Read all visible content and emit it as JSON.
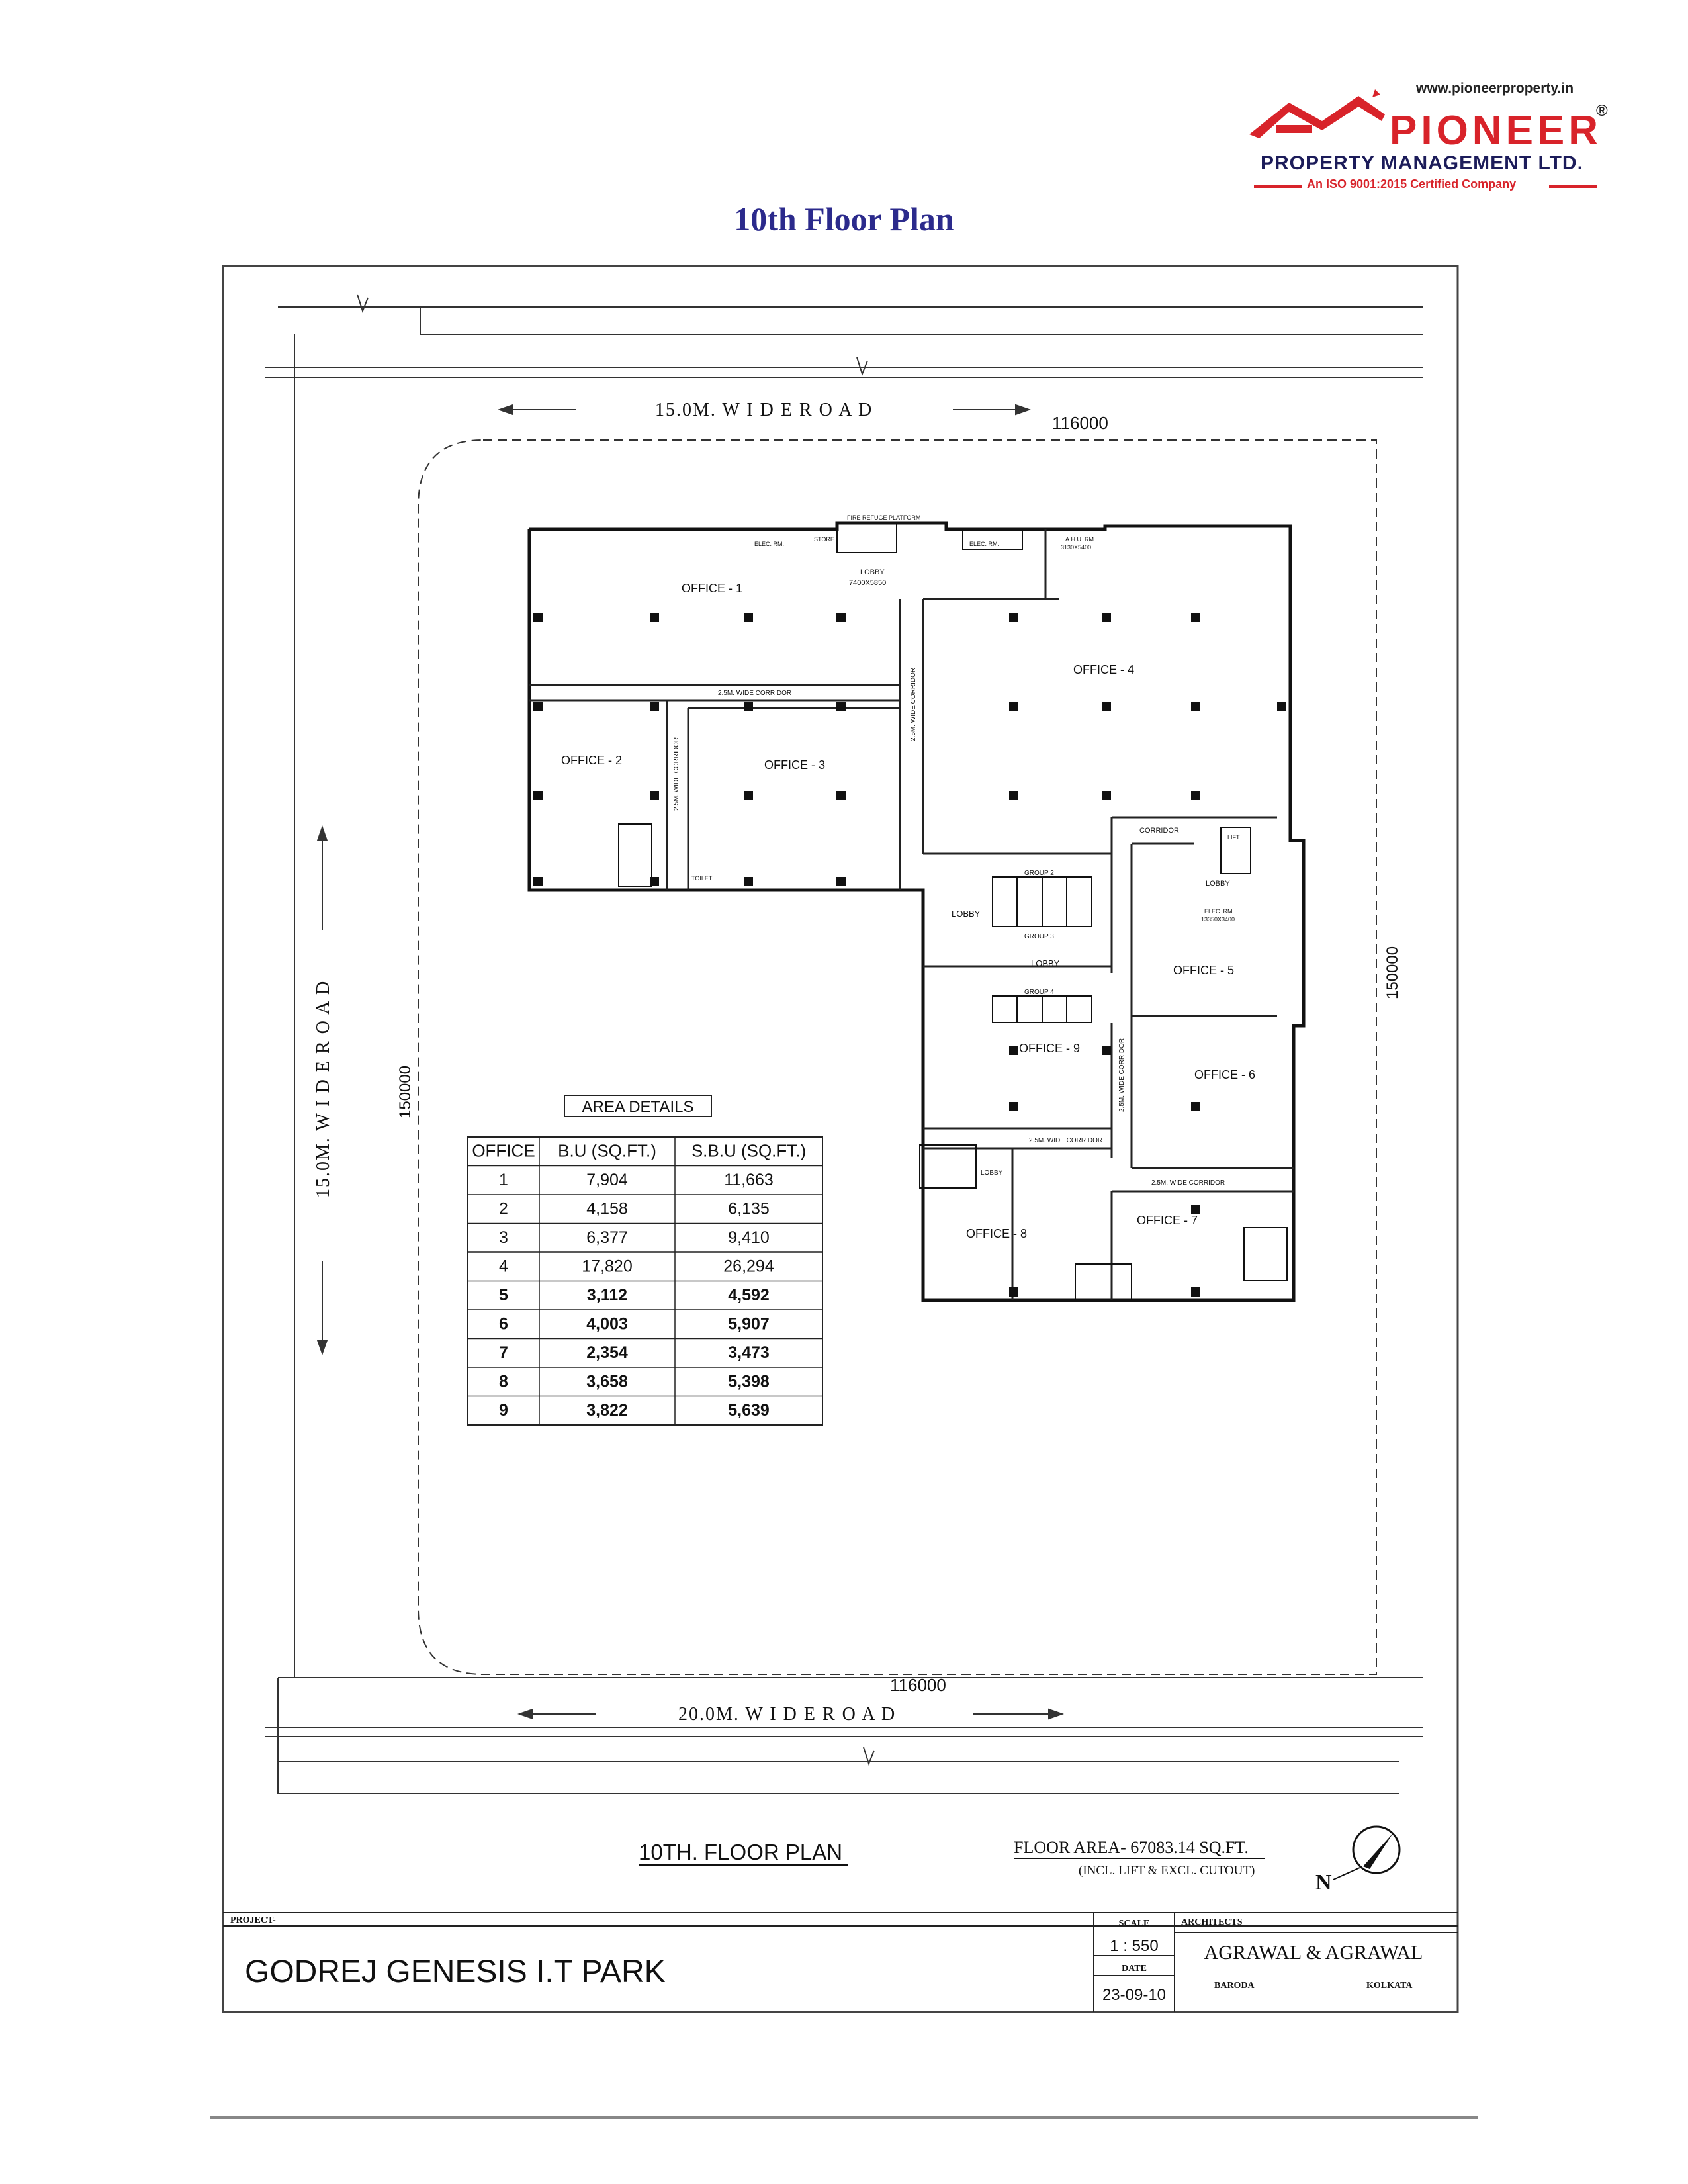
{
  "brand": {
    "url": "www.pioneerproperty.in",
    "name": "PIONEER",
    "registered": "®",
    "subtitle": "PROPERTY MANAGEMENT LTD.",
    "iso": "An ISO 9001:2015 Certified Company",
    "color": "#d8232a"
  },
  "page_title": "10th Floor Plan",
  "roads": {
    "top": "15.0M. W I D E   R O A D",
    "left": "15.0M. W I D E   R O A D",
    "bottom": "20.0M. W I D E   R O A D"
  },
  "dimensions": {
    "top": "116000",
    "bottom": "116000",
    "left": "150000",
    "right": "150000"
  },
  "rooms": {
    "office1": "OFFICE - 1",
    "office2": "OFFICE - 2",
    "office3": "OFFICE - 3",
    "office4": "OFFICE - 4",
    "office5": "OFFICE - 5",
    "office6": "OFFICE - 6",
    "office7": "OFFICE - 7",
    "office8": "OFFICE - 8",
    "office9": "OFFICE - 9",
    "lobby_main": "LOBBY",
    "lobby_main_dim": "7400X5850",
    "lobby_center": "LOBBY",
    "lobby_mid": "LOBBY",
    "lobby_right": "LOBBY",
    "lobby_lower": "LOBBY",
    "corridor_top": "2.5M. WIDE CORRIDOR",
    "corridor_mid": "2.5M. WIDE CORRIDOR",
    "corridor_bottom": "2.5M. WIDE CORRIDOR",
    "corridor_right": "CORRIDOR",
    "corridor_v1": "2.5M. WIDE CORRIDOR",
    "corridor_v2": "2.5M. WIDE CORRIDOR",
    "corridor_v3": "2.5M. WIDE CORRIDOR",
    "group2": "GROUP 2",
    "group3": "GROUP 3",
    "group4": "GROUP 4",
    "fire_refuge": "FIRE REFUGE PLATFORM",
    "ahu": "A.H.U. RM.",
    "ahu_dim": "3130X5400",
    "elec1": "ELEC. RM.",
    "elec2": "ELEC. RM.",
    "store": "STORE",
    "lift": "LIFT",
    "toilet": "TOILET",
    "elec_right": "ELEC. RM.",
    "elec_right_dim": "13350X3400"
  },
  "area_table": {
    "title": "AREA DETAILS",
    "headers": [
      "OFFICE",
      "B.U (SQ.FT.)",
      "S.B.U (SQ.FT.)"
    ],
    "rows": [
      [
        "1",
        "7,904",
        "11,663"
      ],
      [
        "2",
        "4,158",
        "6,135"
      ],
      [
        "3",
        "6,377",
        "9,410"
      ],
      [
        "4",
        "17,820",
        "26,294"
      ],
      [
        "5",
        "3,112",
        "4,592"
      ],
      [
        "6",
        "4,003",
        "5,907"
      ],
      [
        "7",
        "2,354",
        "3,473"
      ],
      [
        "8",
        "3,658",
        "5,398"
      ],
      [
        "9",
        "3,822",
        "5,639"
      ]
    ]
  },
  "plan_caption": "10TH. FLOOR PLAN",
  "floor_area": "FLOOR AREA- 67083.14 SQ.FT.",
  "floor_area_note": "(INCL. LIFT & EXCL. CUTOUT)",
  "north": "N",
  "title_block": {
    "project_label": "PROJECT-",
    "project": "GODREJ GENESIS I.T PARK",
    "scale_label": "SCALE",
    "scale": "1 : 550",
    "date_label": "DATE",
    "date": "23-09-10",
    "architects_label": "ARCHITECTS",
    "architects": "AGRAWAL & AGRAWAL",
    "city1": "BARODA",
    "city2": "KOLKATA"
  }
}
